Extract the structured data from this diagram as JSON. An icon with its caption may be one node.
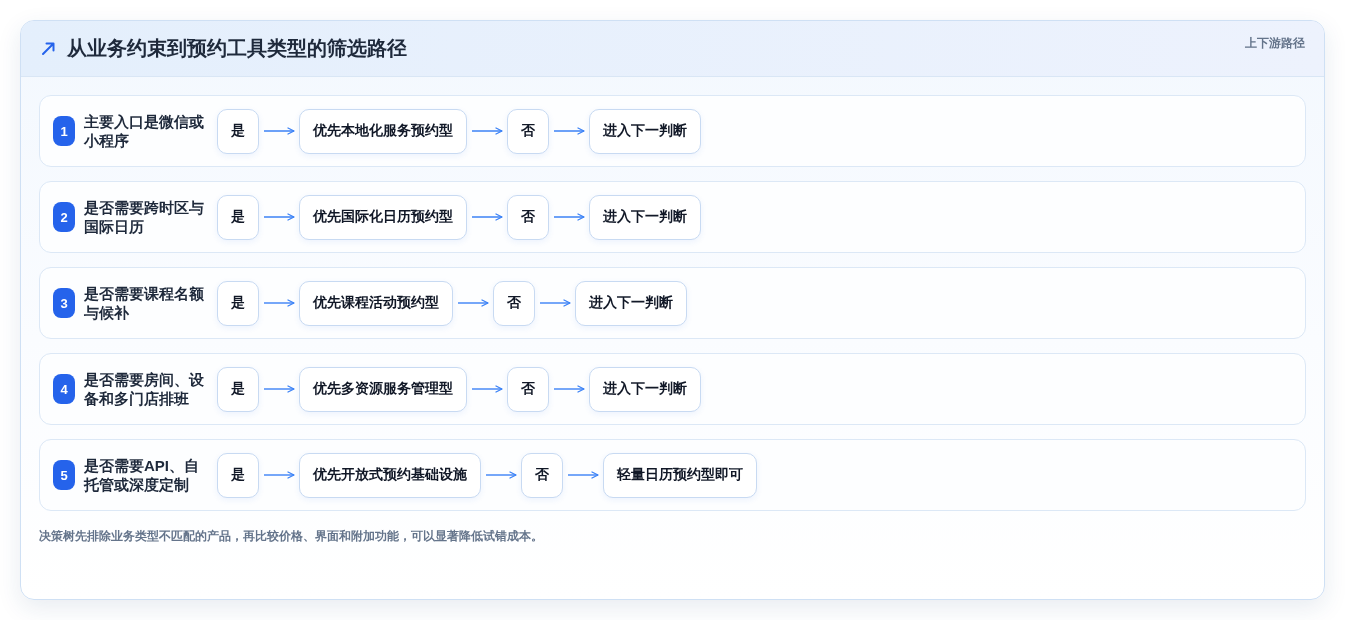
{
  "diagram": {
    "title": "从业务约束到预约工具类型的筛选路径",
    "caption": "决策树先排除业务类型不匹配的产品，再比较价格、界面和附加功能，可以显著降低试错成本。",
    "labels": [
      "上下游路径"
    ],
    "nodes": [
      {
        "text": [
          "主要入口是微信或小程序"
        ]
      },
      {
        "text": [
          "1"
        ],
        "in": 0
      },
      {
        "text": [
          "是"
        ],
        "in": 0
      },
      {
        "text": [
          "优先本地化服务预约型"
        ],
        "in": 0
      },
      {
        "text": [
          "否"
        ],
        "in": 0
      },
      {
        "text": [
          "进入下一判断"
        ],
        "in": 0
      },
      {
        "text": [
          "是否需要跨时区与国际日历"
        ]
      },
      {
        "text": [
          "2"
        ],
        "in": 6
      },
      {
        "text": [
          "是"
        ],
        "in": 6
      },
      {
        "text": [
          "优先国际化日历预约型"
        ],
        "in": 6
      },
      {
        "text": [
          "否"
        ],
        "in": 6
      },
      {
        "text": [
          "进入下一判断"
        ],
        "in": 6
      },
      {
        "text": [
          "是否需要课程名额与候补"
        ]
      },
      {
        "text": [
          "3"
        ],
        "in": 12
      },
      {
        "text": [
          "是"
        ],
        "in": 12
      },
      {
        "text": [
          "优先课程活动预约型"
        ],
        "in": 12
      },
      {
        "text": [
          "否"
        ],
        "in": 12
      },
      {
        "text": [
          "进入下一判断"
        ],
        "in": 12
      },
      {
        "text": [
          "是否需要房间、设备和多门店排班"
        ]
      },
      {
        "text": [
          "4"
        ],
        "in": 18
      },
      {
        "text": [
          "是"
        ],
        "in": 18
      },
      {
        "text": [
          "优先多资源服务管理型"
        ],
        "in": 18
      },
      {
        "text": [
          "否"
        ],
        "in": 18
      },
      {
        "text": [
          "进入下一判断"
        ],
        "in": 18
      },
      {
        "text": [
          "是否需要API、自托管或深度定制"
        ]
      },
      {
        "text": [
          "5"
        ],
        "in": 24
      },
      {
        "text": [
          "是"
        ],
        "in": 24
      },
      {
        "text": [
          "优先开放式预约基础设施"
        ],
        "in": 24
      },
      {
        "text": [
          "否"
        ],
        "in": 24
      },
      {
        "text": [
          "轻量日历预约型即可"
        ],
        "in": 24
      }
    ],
    "edges": [
      {
        "from": 2,
        "to": 3,
        "arrow": "to"
      },
      {
        "from": 3,
        "to": 4,
        "arrow": "to"
      },
      {
        "from": 4,
        "to": 5,
        "arrow": "to"
      },
      {
        "from": 8,
        "to": 9,
        "arrow": "to"
      },
      {
        "from": 9,
        "to": 10,
        "arrow": "to"
      },
      {
        "from": 10,
        "to": 11,
        "arrow": "to"
      },
      {
        "from": 14,
        "to": 15,
        "arrow": "to"
      },
      {
        "from": 15,
        "to": 16,
        "arrow": "to"
      },
      {
        "from": 16,
        "to": 17,
        "arrow": "to"
      },
      {
        "from": 20,
        "to": 21,
        "arrow": "to"
      },
      {
        "from": 21,
        "to": 22,
        "arrow": "to"
      },
      {
        "from": 22,
        "to": 23,
        "arrow": "to"
      },
      {
        "from": 26,
        "to": 27,
        "arrow": "to"
      },
      {
        "from": 27,
        "to": 28,
        "arrow": "to"
      },
      {
        "from": 28,
        "to": 29,
        "arrow": "to"
      }
    ]
  }
}
